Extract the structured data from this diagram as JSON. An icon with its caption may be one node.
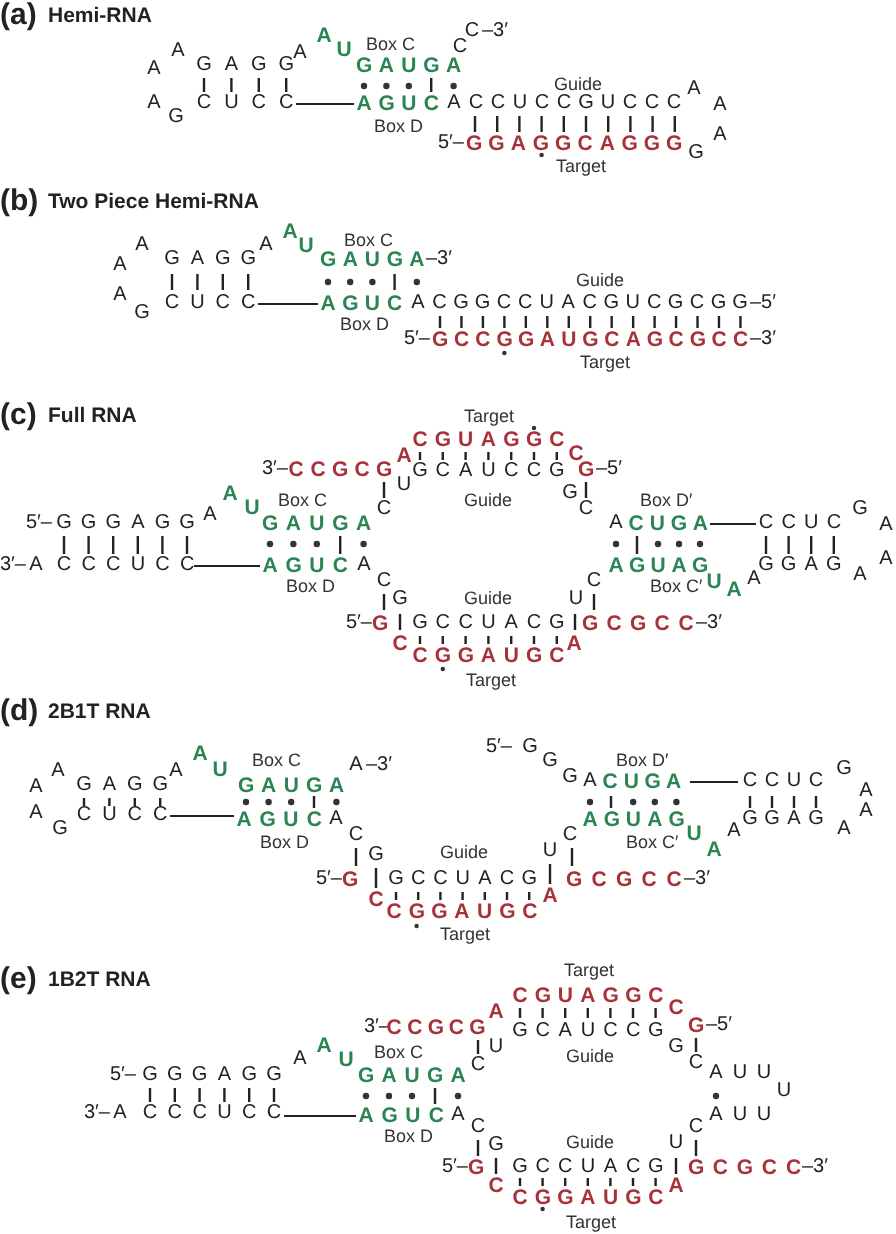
{
  "diagram": {
    "labels": [
      "(a)",
      "Hemi-RNA",
      "A",
      "A",
      "A",
      "U",
      "Box C",
      "C",
      "C",
      "–3′",
      "A",
      "G A G G",
      "G A U G A",
      "Guide",
      "A",
      "A",
      "C U C C",
      "A G U C",
      "A C C U C C G U C C C",
      "A",
      "G",
      "Box D",
      "A",
      "5′–",
      "G G A G G C A G G G",
      "G",
      "Target",
      "(b)",
      "Two Piece Hemi-RNA",
      "A",
      "A",
      "A",
      "U",
      "Box C",
      "A",
      "G A G G",
      "G A U G A",
      "–3′",
      "Guide",
      "A",
      "C U C C",
      "A G U C",
      "A C G G C C U A C G U C G C G G",
      "–5′",
      "G",
      "Box D",
      "5′–",
      "G C C G G A U G C A G C G C C",
      "–3′",
      "Target",
      "(c)",
      "Full RNA",
      "Target",
      "C G U A G G C",
      "A",
      "C",
      "3′–",
      "C C G C G",
      "G C A U C C G",
      "G",
      "–5′",
      "A",
      "A",
      "U",
      "Box C",
      "C",
      "U",
      "Guide",
      "G",
      "C",
      "Box D′",
      "G",
      "5′–",
      "G G G A G G",
      "G A U G A",
      "A",
      "C U G A",
      "C C U C",
      "A",
      "3′–",
      "A",
      "C C C U C C",
      "A G U C",
      "A",
      "A G U A G",
      "G G A G",
      "A",
      "Box D",
      "C",
      "G",
      "Guide",
      "U",
      "C",
      "Box C′",
      "U",
      "A",
      "A",
      "A",
      "5′–",
      "G",
      "G C C U A C G",
      "G C G C C",
      "–3′",
      "C",
      "A",
      "C G G A U G C",
      "Target",
      "(d)",
      "2B1T RNA",
      "A",
      "A",
      "A",
      "U",
      "Box C",
      "A",
      "–3′",
      "5′–",
      "G",
      "G",
      "G",
      "Box D′",
      "G",
      "A",
      "G A G G",
      "G A U G A",
      "A",
      "C U G A",
      "C C U C",
      "A",
      "A",
      "C U C C",
      "A G U C",
      "A",
      "A G U A G",
      "G G A G",
      "A",
      "G",
      "Box D",
      "C",
      "G",
      "Guide",
      "U",
      "C",
      "Box C′",
      "U",
      "A",
      "A",
      "A",
      "5′–",
      "G",
      "G C C U A C G",
      "G C G C C",
      "–3′",
      "C",
      "A",
      "C G G A U G C",
      "Target",
      "(e)",
      "1B2T RNA",
      "Target",
      "C G U A G G C",
      "A",
      "C",
      "3′–",
      "C C G C G",
      "G C A U C C G",
      "G",
      "–5′",
      "A",
      "A",
      "U",
      "Box C",
      "C",
      "U",
      "Guide",
      "G",
      "C",
      "5′–",
      "G G G A G G",
      "G A U G A",
      "A U U",
      "U",
      "3′–",
      "A",
      "C C C U C C",
      "A G U C",
      "A",
      "A U U",
      "Box D",
      "C",
      "G",
      "Guide",
      "U",
      "C",
      "5′–",
      "G",
      "G C C U A C G",
      "G C G C C",
      "–3′",
      "C",
      "A",
      "C G G A U G C",
      "Target"
    ]
  }
}
